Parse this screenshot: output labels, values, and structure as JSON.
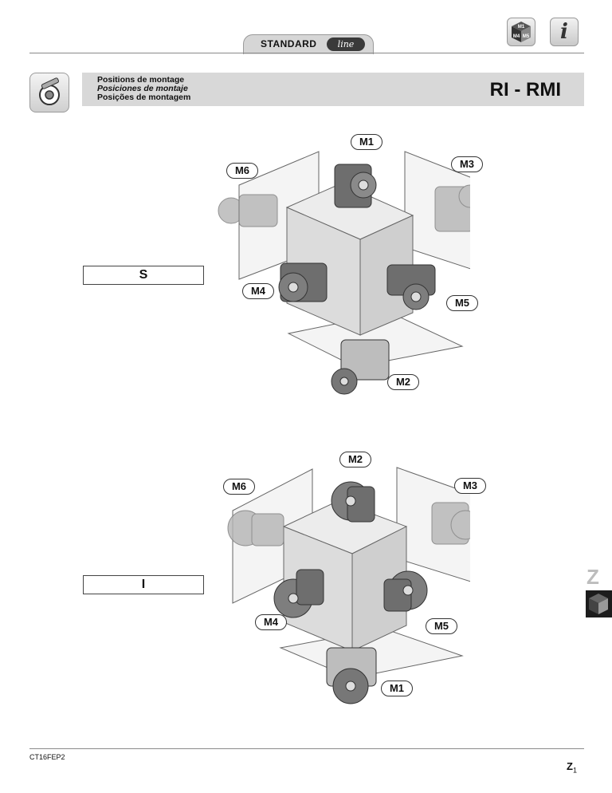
{
  "header": {
    "standard_label": "STANDARD",
    "line_label": "line",
    "info_icon": "info-icon",
    "mounting_icon": "mounting-cube-icon"
  },
  "title": {
    "lines": [
      "Positions de montage",
      "Posiciones de montaje",
      "Posições de montagem"
    ],
    "code": "RI - RMI"
  },
  "section_s": {
    "label": "S",
    "positions": {
      "top": "M1",
      "left": "M6",
      "right": "M3",
      "front_left": "M4",
      "front_right": "M5",
      "bottom": "M2"
    }
  },
  "section_i": {
    "label": "I",
    "positions": {
      "top": "M2",
      "left": "M6",
      "right": "M3",
      "front_left": "M4",
      "front_right": "M5",
      "bottom": "M1"
    }
  },
  "side_tab": {
    "letter": "Z"
  },
  "cube_badge": {
    "top": "M1",
    "left": "M4",
    "right": "M5"
  },
  "footer": {
    "code": "CT16FEP2",
    "page_letter": "Z",
    "page_number": "1"
  },
  "colors": {
    "band": "#d8d8d8",
    "tab": "#1c1c1c",
    "gearbox": "#6e6e6e"
  }
}
